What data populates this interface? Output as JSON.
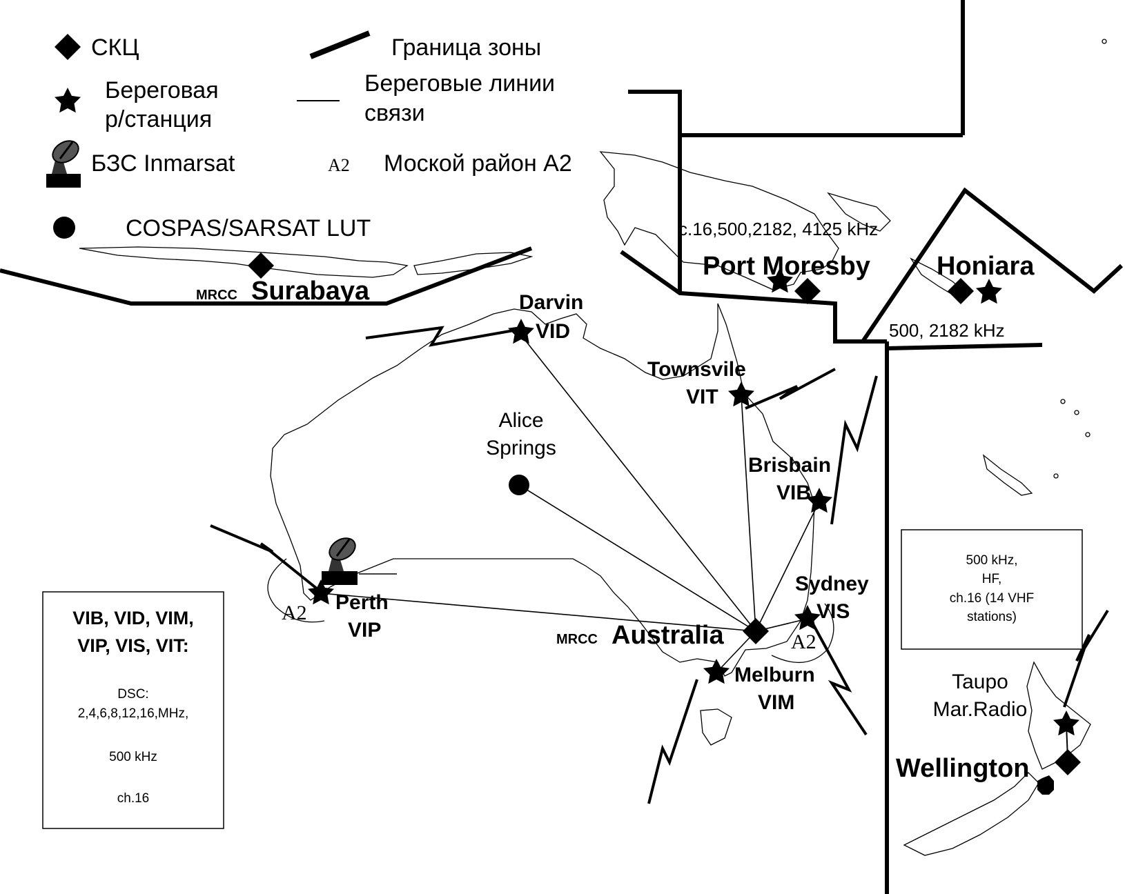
{
  "legend": {
    "rcc": "СКЦ",
    "zone_border": "Граница зоны",
    "coast_station_line1": "Береговая",
    "coast_station_line2": "р/станция",
    "coast_links_line1": "Береговые линии",
    "coast_links_line2": "связи",
    "inmarsat": "БЗС Inmarsat",
    "a2_code": "A2",
    "a2_label": "Моской район A2",
    "lut": "COSPAS/SARSAT LUT"
  },
  "zones": {
    "png_freq": "c.16,500,2182, 4125 kHz",
    "solomon_freq": "500, 2182 kHz"
  },
  "stations": {
    "surabaya_prefix": "MRCC",
    "surabaya": "Surabaya",
    "port_moresby": "Port Moresby",
    "honiara": "Honiara",
    "darvin": "Darvin",
    "darvin_code": "VID",
    "townsvile": "Townsvile",
    "townsvile_code": "VIT",
    "alice_1": "Alice",
    "alice_2": "Springs",
    "brisbain": "Brisbain",
    "brisbain_code": "VIB",
    "sydney": "Sydney",
    "sydney_code": "VIS",
    "perth": "Perth",
    "perth_code": "VIP",
    "australia_prefix": "MRCC",
    "australia": "Australia",
    "melburn": "Melburn",
    "melburn_code": "VIM",
    "a2_perth": "A2",
    "a2_sydney": "A2",
    "taupo_1": "Taupo",
    "taupo_2": "Mar.Radio",
    "wellington": "Wellington"
  },
  "left_box": {
    "title_1": "VIB, VID, VIM,",
    "title_2": "VIP, VIS, VIT:",
    "dsc_1": "DSC:",
    "dsc_2": "2,4,6,8,12,16,MHz,",
    "mf": "500 kHz",
    "ch": "ch.16"
  },
  "right_box": {
    "l1": "500 kHz,",
    "l2": "HF,",
    "l3": "ch.16 (14 VHF",
    "l4": "stations)"
  }
}
